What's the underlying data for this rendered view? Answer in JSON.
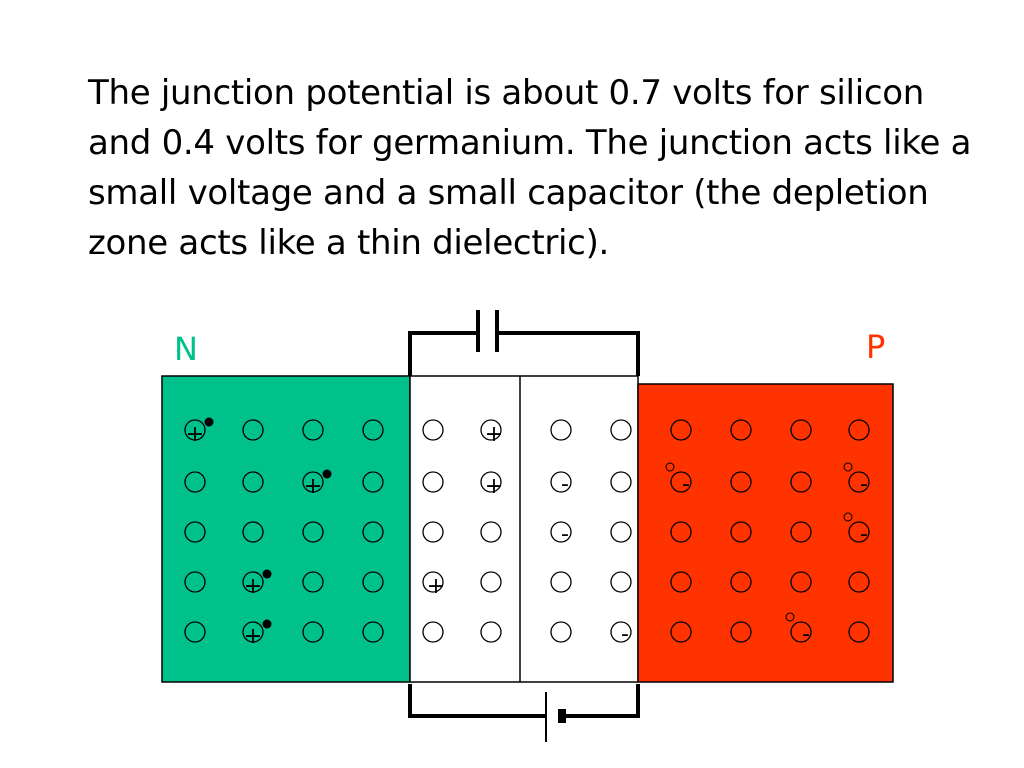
{
  "caption": "The junction potential is about 0.7 volts for silicon and 0.4 volts for germanium.  The junction acts like a small voltage and a small capacitor (the depletion zone acts like a thin dielectric).",
  "labels": {
    "n": "N",
    "p": "P"
  },
  "colors": {
    "n_region": "#00c08c",
    "p_region": "#ff3300",
    "n_label": "#00c08c",
    "p_label": "#ff3300",
    "depletion": "#ffffff"
  },
  "icons": {
    "capacitor": "capacitor-icon",
    "battery": "battery-icon"
  },
  "lattice": {
    "rows": 5,
    "cols": 12,
    "plus_sign": "+",
    "minus_sign": "-",
    "n_plus_with_electron": [
      [
        0,
        0
      ],
      [
        1,
        2
      ],
      [
        3,
        1
      ],
      [
        4,
        1
      ]
    ],
    "depletion_plus": [
      [
        0,
        5
      ],
      [
        1,
        5
      ],
      [
        3,
        4
      ]
    ],
    "depletion_minus": [
      [
        1,
        6
      ],
      [
        2,
        6
      ],
      [
        4,
        7
      ]
    ],
    "p_minus_with_hole": [
      [
        1,
        8
      ],
      [
        1,
        11
      ],
      [
        2,
        11
      ],
      [
        4,
        10
      ]
    ]
  }
}
